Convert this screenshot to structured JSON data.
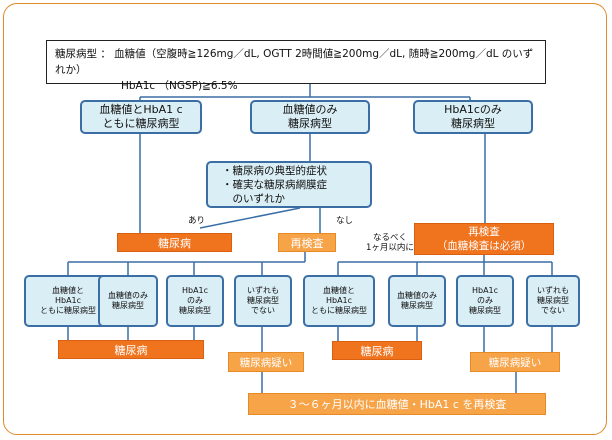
{
  "criteria": {
    "line1": "糖尿病型 ： 血糖値（空腹時≧126mg／dL, OGTT 2時間値≧200mg／dL, 随時≧200mg／dL のいずれか）",
    "line2": "HbA1c （NGSP)≧6.5%"
  },
  "top": {
    "both": "血糖値とHbA1 c\nともに糖尿病型",
    "glucose_only": "血糖値のみ\n糖尿病型",
    "hba1c_only": "HbA1cのみ\n糖尿病型"
  },
  "symptoms": "・糖尿病の典型的症状\n・確実な糖尿病網膜症\n　のいずれか",
  "labels": {
    "yes": "あり",
    "no": "なし",
    "within_month": "なるべく\n1ヶ月以内に"
  },
  "diabetes": "糖尿病",
  "retest": "再検査",
  "retest_required": "再検査\n（血糖検査は必須）",
  "left_retest": {
    "both": "血糖値と\nHbA1c\nともに糖尿病型",
    "glucose_only": "血糖値のみ\n糖尿病型",
    "hba1c_only": "HbA1c\nのみ\n糖尿病型",
    "neither": "いずれも\n糖尿病型\nでない"
  },
  "right_retest": {
    "both": "血糖値と\nHbA1c\nともに糖尿病型",
    "glucose_only": "血糖値のみ\n糖尿病型",
    "hba1c_only": "HbA1c\nのみ\n糖尿病型",
    "neither": "いずれも\n糖尿病型\nでない"
  },
  "suspected": "糖尿病疑い",
  "followup": "３～６ヶ月以内に血糖値・HbA1 c を再検査",
  "colors": {
    "blue_border": "#3b6ea5",
    "blue_fill": "#daeef5",
    "orange": "#f0731e",
    "light_orange": "#f7a348",
    "frame": "#e08a2a"
  }
}
